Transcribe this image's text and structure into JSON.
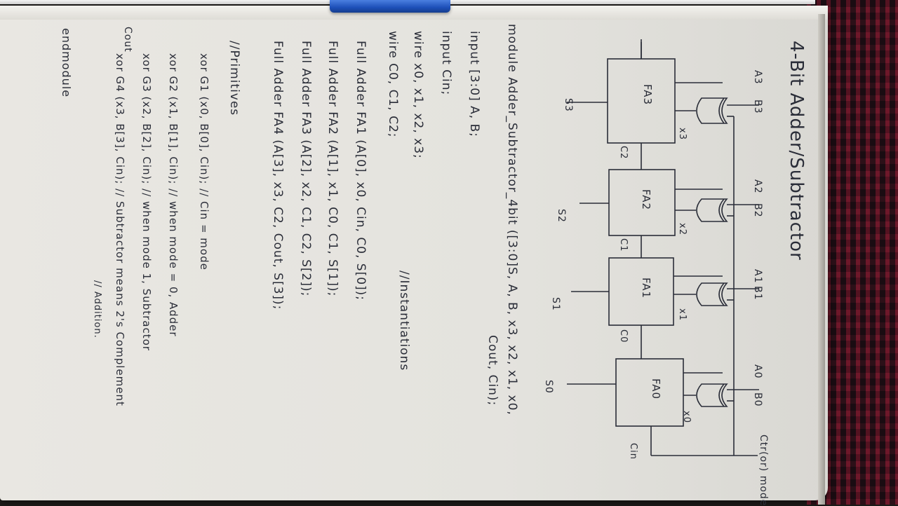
{
  "title": "4-Bit Adder/Subtractor",
  "diagram": {
    "cout": "Cout",
    "adders": [
      {
        "name": "FA3",
        "a": "A3",
        "b": "B3",
        "x": "x3",
        "s": "S3",
        "carry_in": "C2"
      },
      {
        "name": "FA2",
        "a": "A2",
        "b": "B2",
        "x": "x2",
        "s": "S2",
        "carry_in": "C1"
      },
      {
        "name": "FA1",
        "a": "A1",
        "b": "B1",
        "x": "x1",
        "s": "S1",
        "carry_in": "C0"
      },
      {
        "name": "FA0",
        "a": "A0",
        "b": "B0",
        "x": "x0",
        "s": "S0",
        "carry_in": "Cin"
      }
    ],
    "ctrl": "Ctr(or) mode"
  },
  "code": {
    "lines": [
      "module Adder_Subtractor_4bit ([3:0]S, A, B, x3, x2, x1, x0,",
      "Cout, Cin);",
      "input [3:0] A, B;",
      "input Cin;",
      "wire x0, x1, x2, x3;",
      "wire C0, C1, C2;",
      "//Instantiations",
      "Full Adder  FA1  (A[0], x0, Cin, C0, S[0]);",
      "Full Adder  FA2  (A[1], x1, C0, C1, S[1]);",
      "Full Adder  FA3  (A[2], x2, C1, C2, S[2]);",
      "Full Adder  FA4  (A[3], x3, C2, Cout, S[3]);",
      "//Primitives",
      "xor  G1 (x0, B[0], Cin);  //  Cin = mode",
      "xor  G2 (x1, B[1], Cin);  // when mode = 0, Adder",
      "xor  G3 (x2, B[2], Cin);  // when mode 1, Subtractor",
      "xor  G4 (x3, B[3], Cin);  // Subtractor means 2's Complement",
      "// Addition.",
      "endmodule"
    ]
  }
}
